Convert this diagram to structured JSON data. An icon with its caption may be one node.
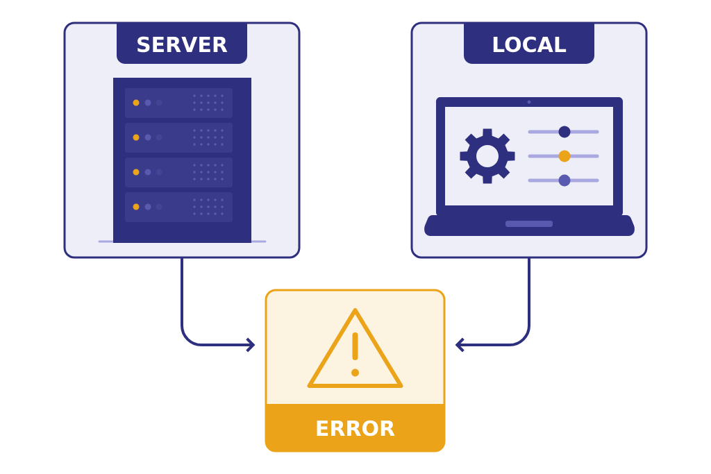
{
  "diagram": {
    "nodes": [
      {
        "text": [
          "SERVER"
        ]
      },
      {
        "text": [
          "LOCAL"
        ]
      },
      {
        "text": [
          "ERROR"
        ]
      }
    ],
    "edges": [
      {
        "from": 0,
        "to": 2,
        "arrow": "to"
      },
      {
        "from": 1,
        "to": 2,
        "arrow": "to"
      }
    ]
  }
}
